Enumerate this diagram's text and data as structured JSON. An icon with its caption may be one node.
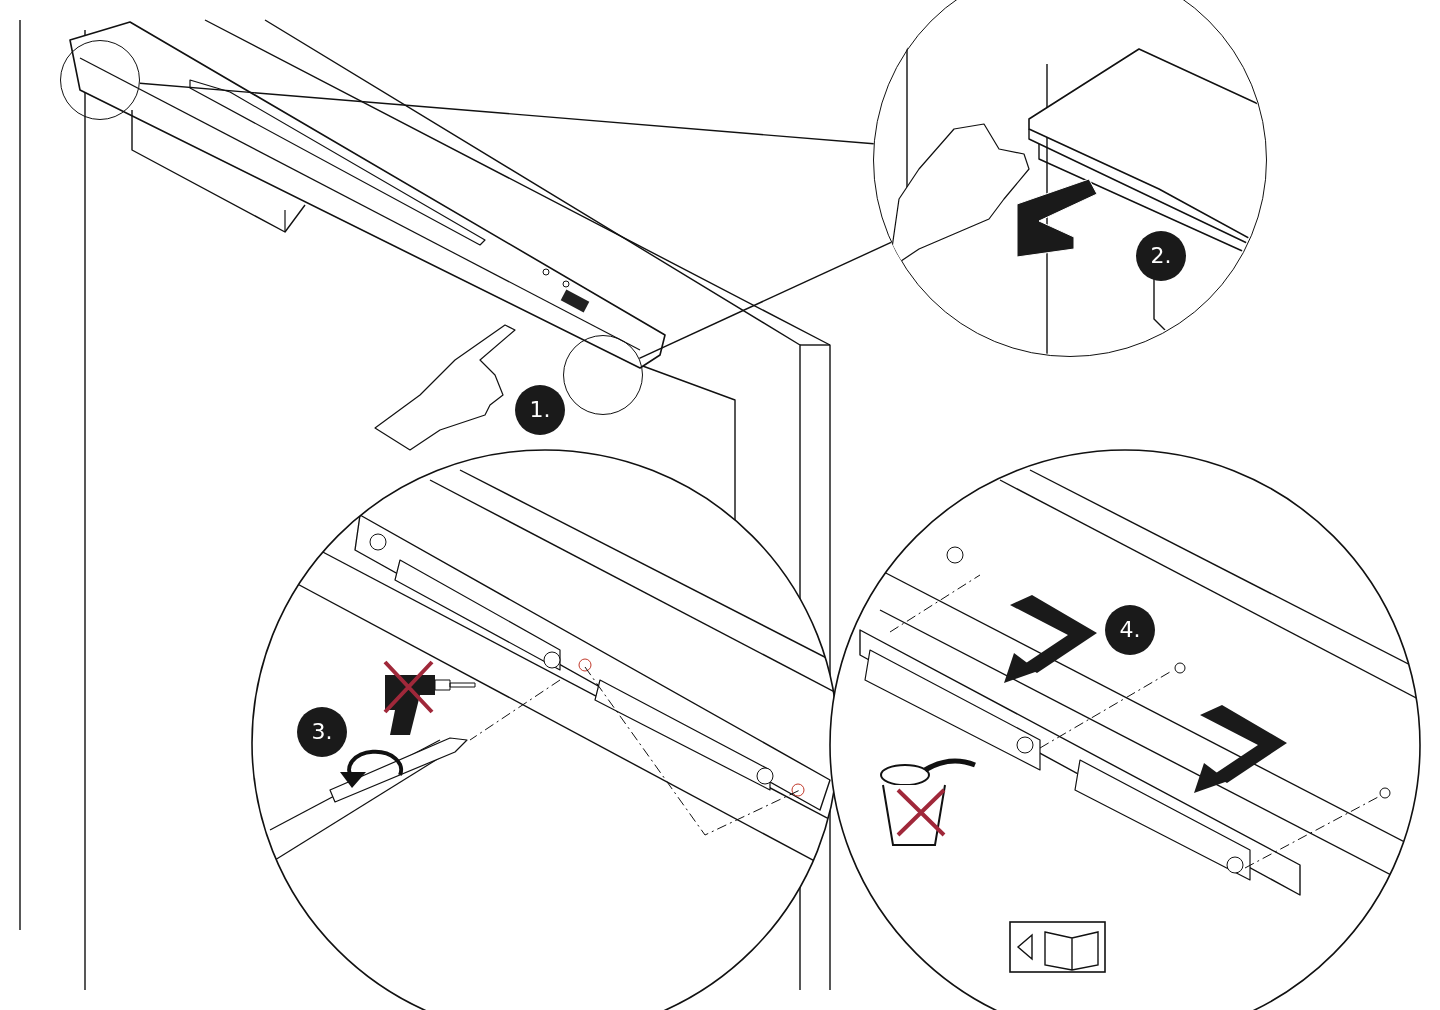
{
  "diagram": {
    "nodes": [
      {
        "text": [],
        "shape": "circle"
      },
      {
        "text": [],
        "shape": "circle"
      },
      {
        "text": [
          "2."
        ],
        "in": 1
      },
      {
        "text": [],
        "shape": "circle"
      },
      {
        "text": [
          "1."
        ]
      },
      {
        "text": [
          "3."
        ]
      },
      {
        "text": [
          "4."
        ]
      }
    ],
    "edges": [
      {
        "from": 0,
        "to": 1,
        "arrow": "none"
      },
      {
        "from": 3,
        "to": 1,
        "arrow": "none"
      }
    ]
  }
}
